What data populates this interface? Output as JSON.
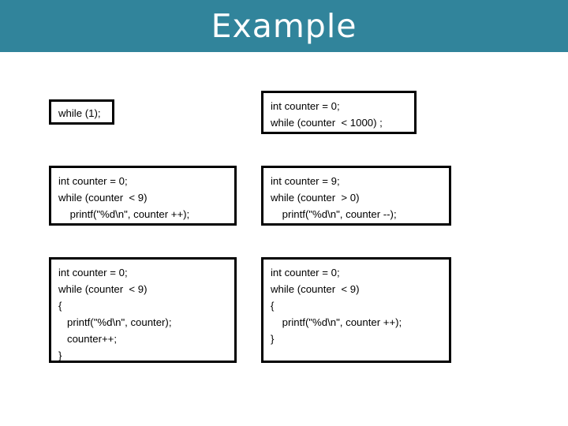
{
  "slide": {
    "title": "Example",
    "title_band_color": "#31849b",
    "title_text_color": "#ffffff",
    "background_color": "#ffffff",
    "box_border_color": "#000000",
    "code_text_color": "#000000"
  },
  "boxes": [
    {
      "id": "while-1",
      "lines": [
        "while (1);"
      ]
    },
    {
      "id": "while-1000",
      "lines": [
        "int counter = 0;",
        "while (counter  < 1000) ;"
      ]
    },
    {
      "id": "preinc",
      "lines": [
        "int counter = 0;",
        "while (counter  < 9)",
        "    printf(\"%d\\n\", counter ++);"
      ]
    },
    {
      "id": "predec",
      "lines": [
        "int counter = 9;",
        "while (counter  > 0)",
        "    printf(\"%d\\n\", counter --);"
      ]
    },
    {
      "id": "braces-sep",
      "lines": [
        "int counter = 0;",
        "while (counter  < 9)",
        "{",
        "   printf(\"%d\\n\", counter);",
        "   counter++;",
        "}"
      ]
    },
    {
      "id": "braces-inline",
      "lines": [
        "int counter = 0;",
        "while (counter  < 9)",
        "{",
        "    printf(\"%d\\n\", counter ++);",
        "}"
      ]
    }
  ]
}
